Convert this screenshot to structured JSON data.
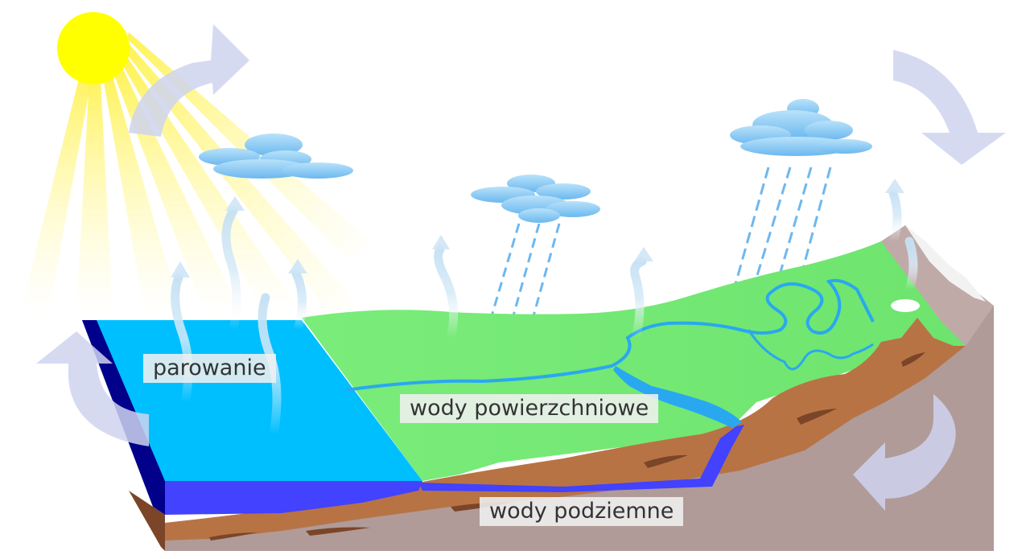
{
  "labels": {
    "evaporation": "parowanie",
    "surface_water": "wody powierzchniowe",
    "groundwater": "wody podziemne"
  },
  "colors": {
    "sun": "#ffff00",
    "sun_rays": "#fff14a",
    "cloud": "#7cc7f2",
    "rain": "#6eb8ee",
    "sea_surface": "#00bfff",
    "sea_side": "#4242ff",
    "sea_dark": "#00008b",
    "land": "#72e872",
    "soil": "#b87345",
    "soil_dark": "#7a4528",
    "rock": "#b09b98",
    "river": "#29a8f0",
    "cycle_arrow": "#cfd3ef",
    "vapor": "#d8ebf8"
  },
  "icons": [
    "sun-icon",
    "cloud-icon",
    "rain-icon",
    "cycle-arrow-icon",
    "vapor-arrow-icon"
  ]
}
